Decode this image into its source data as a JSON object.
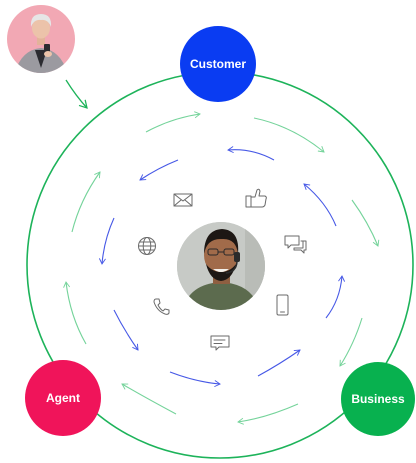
{
  "nodes": {
    "customer": {
      "label": "Customer",
      "color": "#0a3cf2"
    },
    "agent": {
      "label": "Agent",
      "color": "#f0145a"
    },
    "business": {
      "label": "Business",
      "color": "#08b14f"
    }
  },
  "colors": {
    "outer_ring": "#1db35a",
    "arrow_green": "#74d39a",
    "arrow_blue": "#4658e6",
    "icon_stroke": "#6a6a6a",
    "avatar_bg": "#f2a8b4"
  },
  "icons": [
    "mail-icon",
    "thumbs-up-icon",
    "chat-bubbles-icon",
    "globe-icon",
    "mobile-phone-icon",
    "phone-icon",
    "message-icon"
  ],
  "photos": [
    "woman-with-phone-photo",
    "agent-with-headset-photo"
  ]
}
